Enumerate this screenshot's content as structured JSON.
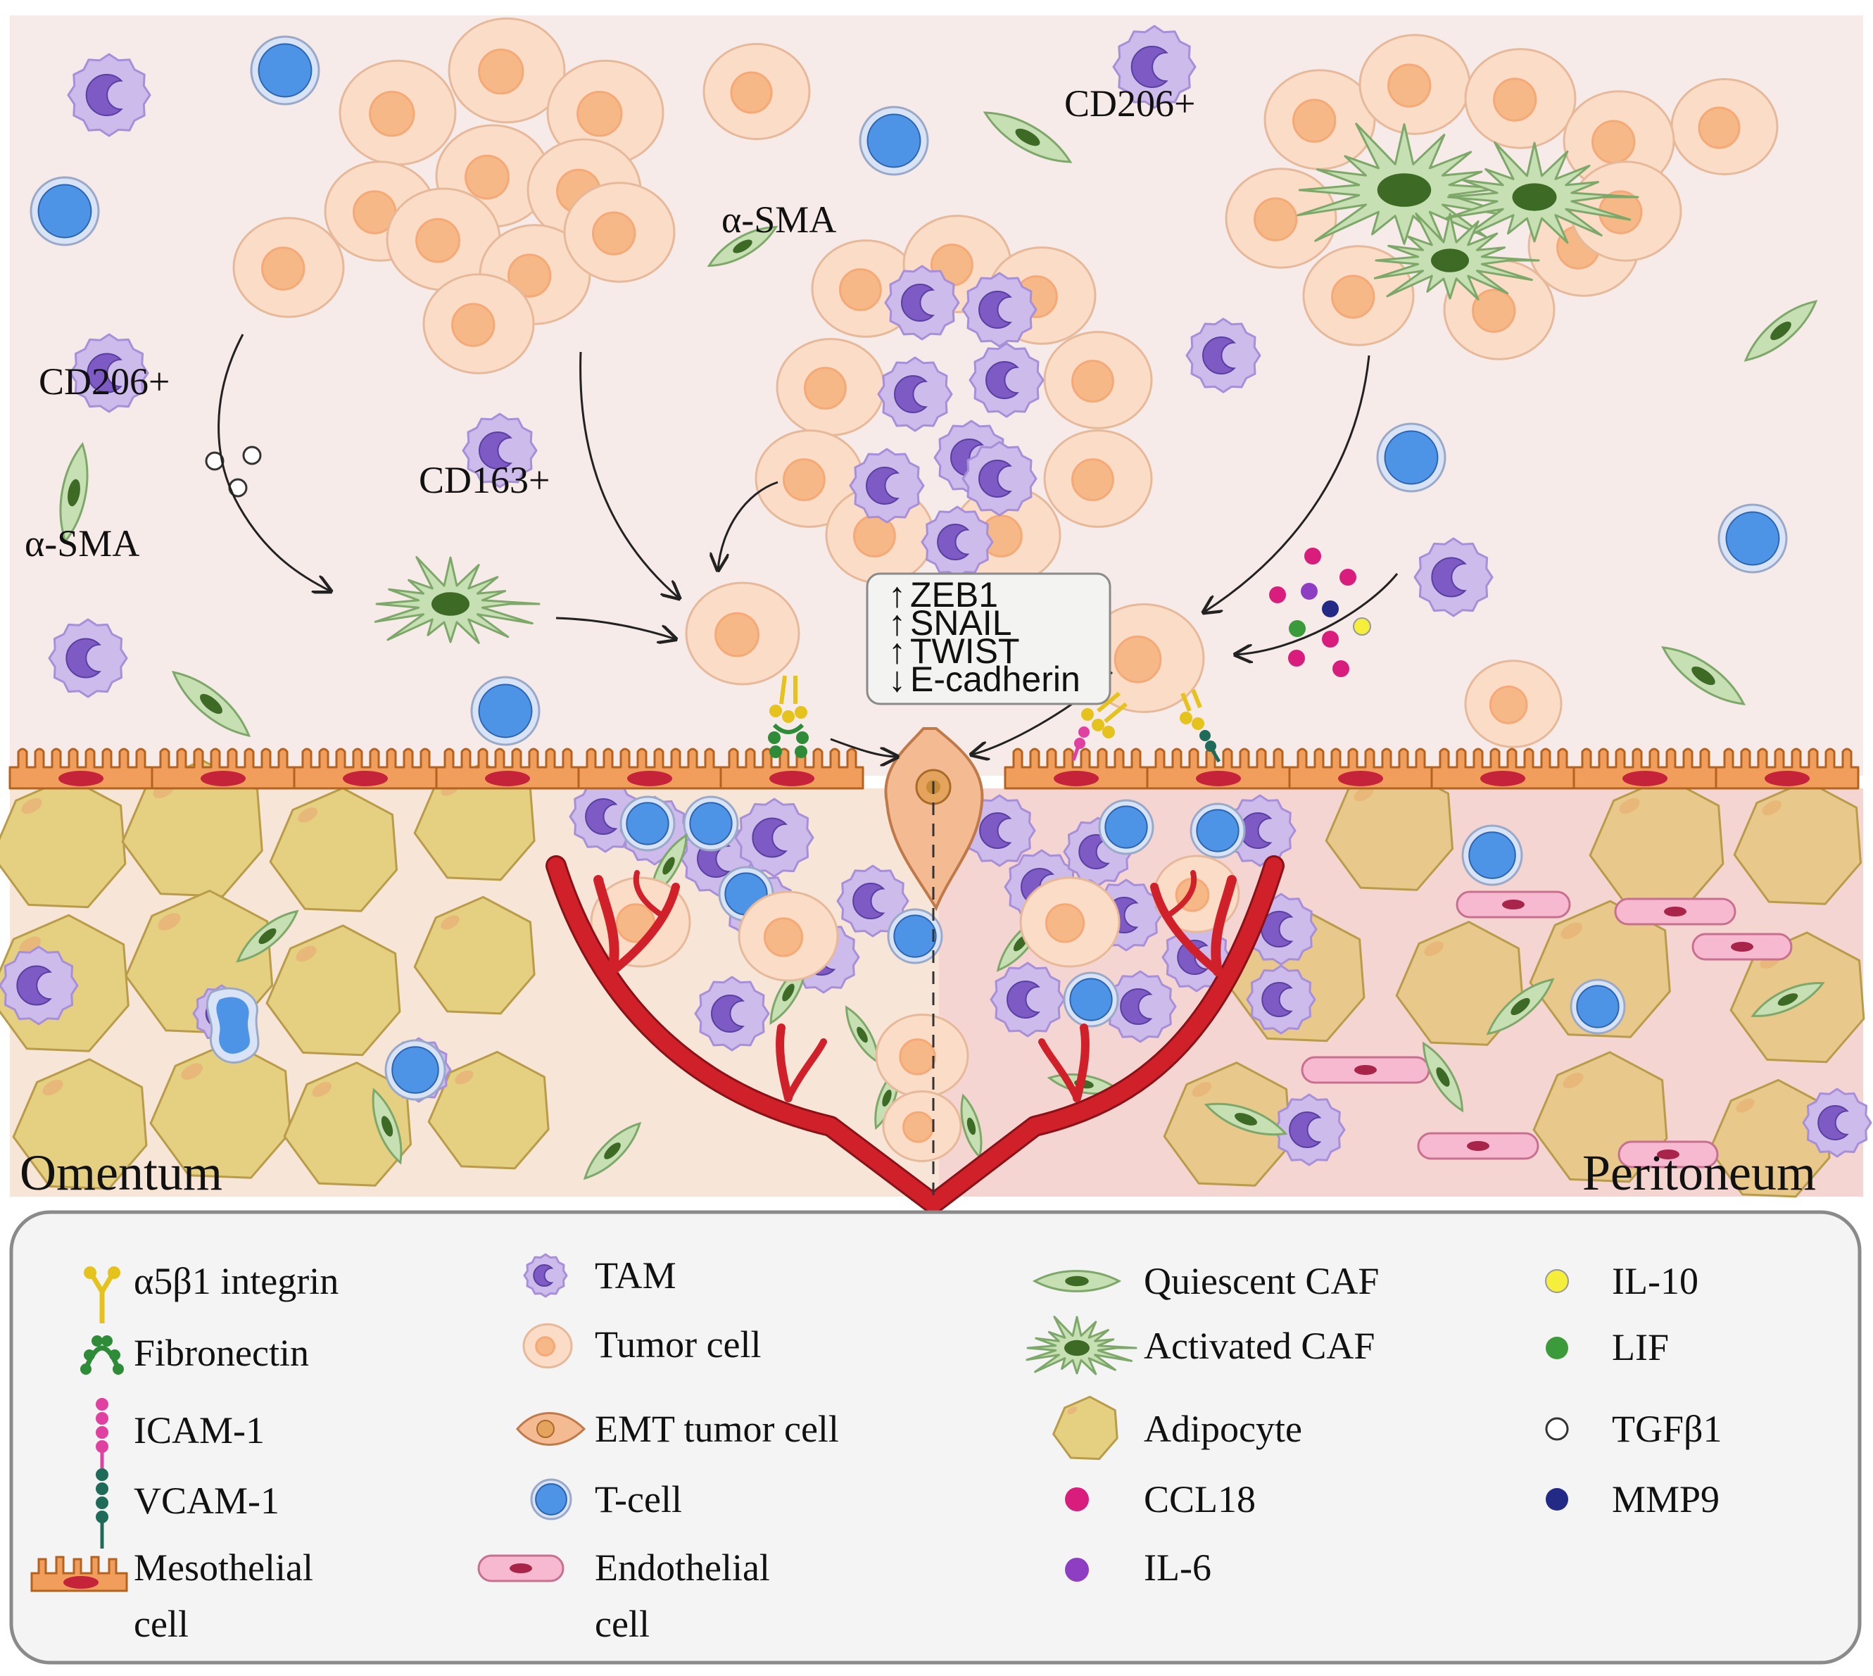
{
  "labels": {
    "cd206_top": "CD206+",
    "cd206_left": "CD206+",
    "cd163": "CD163+",
    "asma_top": "α-SMA",
    "asma_left": "α-SMA",
    "omentum": "Omentum",
    "peritoneum": "Peritoneum"
  },
  "emt_box": {
    "lines": [
      {
        "arrow": "↑",
        "text": "ZEB1"
      },
      {
        "arrow": "↑",
        "text": "SNAIL"
      },
      {
        "arrow": "↑",
        "text": "TWIST"
      },
      {
        "arrow": "↓",
        "text": "E-cadherin"
      }
    ]
  },
  "legend": {
    "col1": [
      "α5β1 integrin",
      "Fibronectin",
      "ICAM-1",
      "VCAM-1",
      "Mesothelial",
      "cell"
    ],
    "col2": [
      "TAM",
      "Tumor cell",
      "EMT tumor cell",
      "T-cell",
      "Endothelial",
      "cell"
    ],
    "col3": [
      "Quiescent CAF",
      "Activated CAF",
      "Adipocyte",
      "CCL18",
      "IL-6"
    ],
    "col4": [
      "IL-10",
      "LIF",
      "TGFβ1",
      "MMP9"
    ]
  },
  "colors": {
    "background_top": "#f7ebe9",
    "peritoneum_bg": "#f5d5d2",
    "tumor_cell": "#fbdcc7",
    "tumor_nucleus": "#f6b886",
    "tam": "#cdbbec",
    "tam_nucleus": "#7e5bc4",
    "tcell": "#4d94e6",
    "caf": "#c7e0b3",
    "caf_nucleus": "#3d6b26",
    "adipocyte": "#e5cf80",
    "mesothelial": "#f19d5c",
    "mesothelial_nucleus": "#c4233a",
    "vessel": "#d0212a",
    "endothelial": "#f6b9cf",
    "ccl18": "#d81d7d",
    "il6": "#8e3ec2",
    "il10": "#f5ee3a",
    "lif": "#3b9a3a",
    "tgfb1": "#ffffff",
    "mmp9": "#222a86",
    "integrin": "#e6c21d",
    "fibronectin": "#2e8b37",
    "icam1": "#e040a0",
    "vcam1": "#1f6b5a"
  }
}
